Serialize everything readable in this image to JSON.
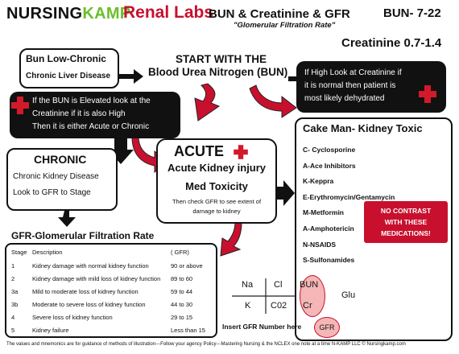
{
  "header": {
    "brand_nursing": "NURSING",
    "brand_kamp": "KAMP",
    "title": "Renal Labs",
    "subtitle": "BUN & Creatinine & GFR",
    "gfr_expansion": "\"Glomerular Filtration Rate\"",
    "bun_range": "BUN- 7-22",
    "creatinine_range": "Creatinine 0.7-1.4"
  },
  "bun_low": {
    "title": "Bun Low-Chronic",
    "line2": "Chronic Liver Disease"
  },
  "start": {
    "line1": "START WITH THE",
    "line2": "Blood Urea Nitrogen (BUN)"
  },
  "bun_high": {
    "line1": "If High Look at Creatinine if",
    "line2": "it is normal then patient is",
    "line3": "most likely dehydrated"
  },
  "elevated": {
    "line1": "If the BUN is Elevated look at the",
    "line2": "Creatinine if it is also High",
    "line3": "Then it is either Acute or Chronic"
  },
  "chronic": {
    "title": "CHRONIC",
    "line1": "Chronic Kidney Disease",
    "line2": "Look to GFR to Stage"
  },
  "acute": {
    "title": "ACUTE",
    "line1": "Acute Kidney injury",
    "line2": "Med Toxicity",
    "note1": "Then check GFR to see extent of",
    "note2": "damage to kidney"
  },
  "cake_man": {
    "title": "Cake Man- Kidney Toxic",
    "items": [
      "C- Cyclosporine",
      "A-Ace Inhibitors",
      "K-Keppra",
      "E-Erythromycin/Gentamycin",
      "M-Metformin",
      "A-Amphotericin",
      "N-NSAIDS",
      "S-Sulfonamides"
    ],
    "warning": [
      "NO CONTRAST",
      "WITH THESE",
      "MEDICATIONS!"
    ]
  },
  "gfr_section": {
    "heading": "GFR-Glomerular Filtration Rate",
    "columns": [
      "Stage",
      "Description",
      "( GFR)"
    ],
    "rows": [
      [
        "1",
        "Kidney damage with normal kidney function",
        "90 or above"
      ],
      [
        "2",
        "Kidney damage with mild loss of kidney function",
        "89 to 60"
      ],
      [
        "3a",
        "Mild to moderate loss of kidney function",
        "59 to 44"
      ],
      [
        "3b",
        "Moderate to severe loss of kidney function",
        "44 to 30"
      ],
      [
        "4",
        "Severe loss of kidney function",
        "29 to 15"
      ],
      [
        "5",
        "Kidney failure",
        "Less than 15"
      ]
    ]
  },
  "fishbone": {
    "na": "Na",
    "cl": "Cl",
    "bun": "BUN",
    "k": "K",
    "co2": "C02",
    "cr": "Cr",
    "glu": "Glu",
    "insert_note": "Insert GFR Number here",
    "gfr": "GFR"
  },
  "footer": "The values and mnemonics are for guidance of methods of illustration---Follow your agency Policy---Mastering Nursing & the NCLEX one note at a time N-KAMP LLC © Nursingkamp.com",
  "colors": {
    "red": "#c8102e",
    "green": "#6abf2a",
    "pink": "#f4b6b6"
  }
}
